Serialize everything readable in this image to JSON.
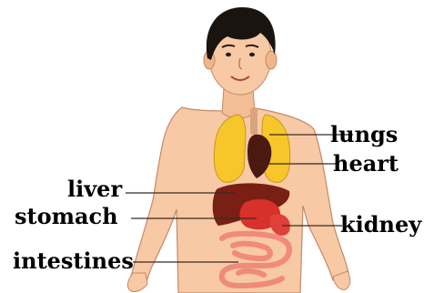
{
  "labels": {
    "lungs": "lungs",
    "heart": "heart",
    "liver": "liver",
    "stomach": "stomach",
    "kidney": "kidney",
    "intestines": "intestines"
  },
  "colors": {
    "skin": "#f7c9a4",
    "skin_outline": "#c48a68",
    "hair": "#1a1410",
    "lungs": "#f6c62a",
    "heart": "#4a1a10",
    "liver": "#7a1f14",
    "stomach": "#d8302a",
    "kidney": "#e0403a",
    "intestines": "#f08a7a",
    "leader_line": "#3b2a20"
  }
}
